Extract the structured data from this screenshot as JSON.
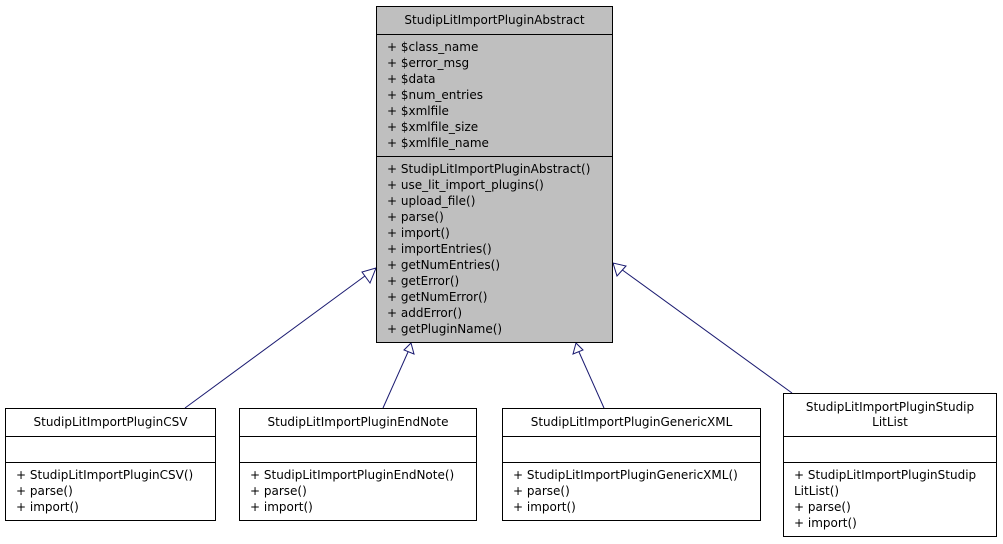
{
  "diagram": {
    "base_class": {
      "name": "StudipLitImportPluginAbstract",
      "attributes": [
        "+ $class_name",
        "+ $error_msg",
        "+ $data",
        "+ $num_entries",
        "+ $xmlfile",
        "+ $xmlfile_size",
        "+ $xmlfile_name"
      ],
      "methods": [
        "+ StudipLitImportPluginAbstract()",
        "+ use_lit_import_plugins()",
        "+ upload_file()",
        "+ parse()",
        "+ import()",
        "+ importEntries()",
        "+ getNumEntries()",
        "+ getError()",
        "+ getNumError()",
        "+ addError()",
        "+ getPluginName()"
      ]
    },
    "subclasses": [
      {
        "name": "StudipLitImportPluginCSV",
        "methods": [
          "+ StudipLitImportPluginCSV()",
          "+ parse()",
          "+ import()"
        ]
      },
      {
        "name": "StudipLitImportPluginEndNote",
        "methods": [
          "+ StudipLitImportPluginEndNote()",
          "+ parse()",
          "+ import()"
        ]
      },
      {
        "name": "StudipLitImportPluginGenericXML",
        "methods": [
          "+ StudipLitImportPluginGenericXML()",
          "+ parse()",
          "+ import()"
        ]
      },
      {
        "name_lines": [
          "StudipLitImportPluginStudip",
          "LitList"
        ],
        "method_lines": [
          "+ StudipLitImportPluginStudip",
          "LitList()",
          "+ parse()",
          "+ import()"
        ]
      }
    ],
    "colors": {
      "base_fill": "#bfbfbf",
      "box_border": "#000000",
      "edge": "#191970"
    }
  }
}
